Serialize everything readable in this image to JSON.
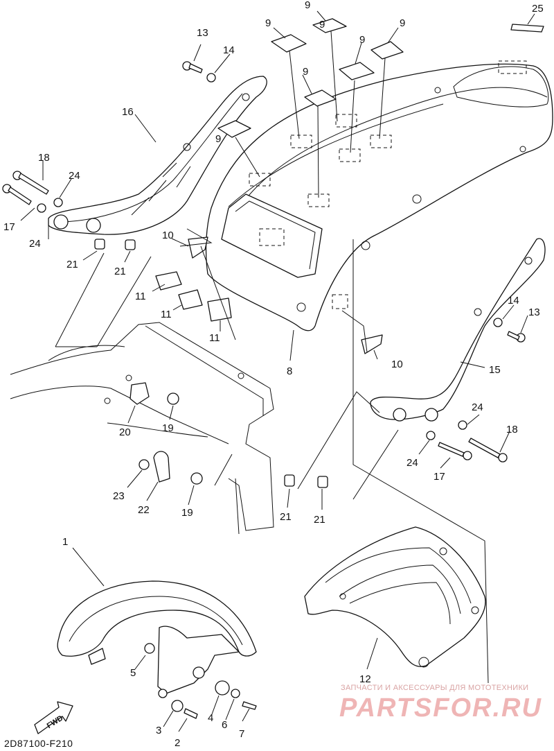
{
  "diagram_code": "2D87100-F210",
  "watermark": {
    "tagline": "ЗАПЧАСТИ И АКСЕССУАРЫ ДЛЯ МОТОТЕХНИКИ",
    "logo": "PARTSFOR.RU"
  },
  "fwd_label": "FWD",
  "labels": {
    "p1": "1",
    "p2": "2",
    "p3": "3",
    "p4": "4",
    "p5": "5",
    "p6": "6",
    "p7": "7",
    "p8": "8",
    "p9a": "9",
    "p9b": "9",
    "p9c": "9",
    "p9d": "9",
    "p9e": "9",
    "p9f": "9",
    "p9g": "9",
    "p10a": "10",
    "p10b": "10",
    "p11a": "11",
    "p11b": "11",
    "p11c": "11",
    "p12": "12",
    "p13a": "13",
    "p13b": "13",
    "p14a": "14",
    "p14b": "14",
    "p15": "15",
    "p16": "16",
    "p17a": "17",
    "p17b": "17",
    "p18a": "18",
    "p18b": "18",
    "p19a": "19",
    "p19b": "19",
    "p20": "20",
    "p21a": "21",
    "p21b": "21",
    "p21c": "21",
    "p21d": "21",
    "p22": "22",
    "p23": "23",
    "p24a": "24",
    "p24b": "24",
    "p24c": "24",
    "p24d": "24",
    "p25": "25"
  }
}
